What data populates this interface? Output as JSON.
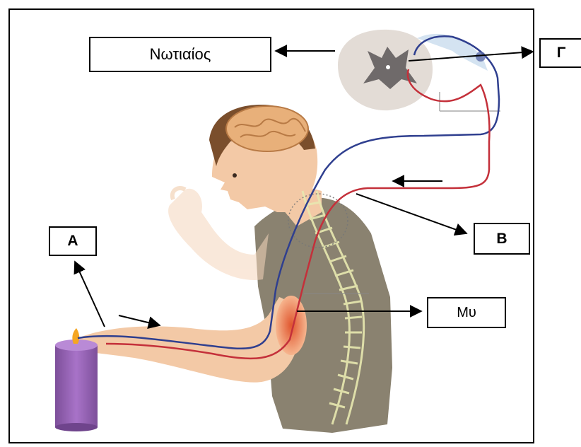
{
  "labels": {
    "spinal_cord": "Νωτιαίος",
    "gamma": "Γ",
    "alpha": "Α",
    "beta": "Β",
    "muscle": "Μυ"
  },
  "colors": {
    "sensory_neuron": "#2f3f8f",
    "motor_neuron": "#c4303a",
    "skin": "#f3c9a6",
    "shirt": "#8a8270",
    "hair": "#7a4e2c",
    "brain": "#e8b07a",
    "candle": "#9a64b8",
    "spinal_grey": "#6f6a6a",
    "spinal_white": "#e3dcd6",
    "muscle": "#e0552e",
    "spine": "#e8e8b0"
  }
}
